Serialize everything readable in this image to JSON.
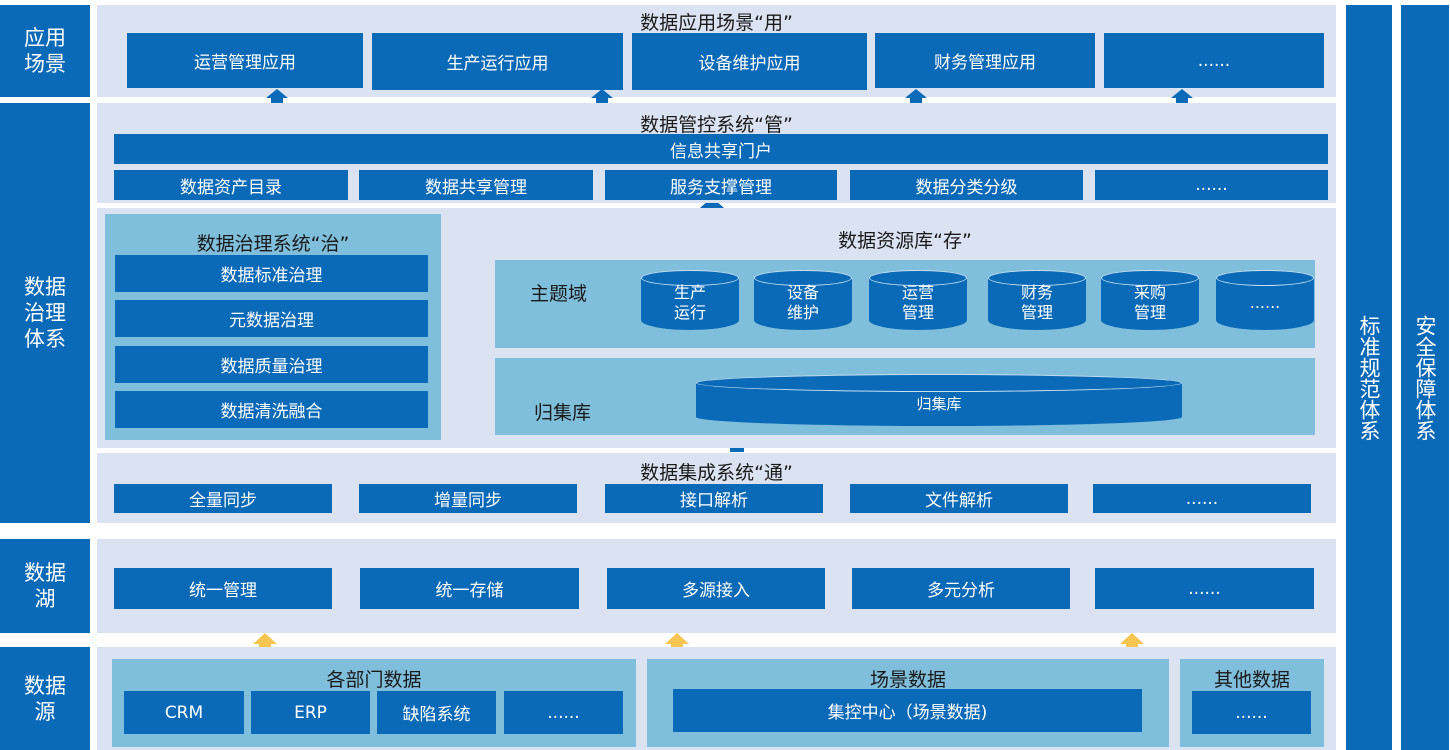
{
  "left_labels": [
    {
      "lines": [
        "应用",
        "场景"
      ]
    },
    {
      "lines": [
        "数据",
        "治理",
        "体系"
      ]
    },
    {
      "lines": [
        "数据",
        "湖"
      ]
    },
    {
      "lines": [
        "数据",
        "源"
      ]
    }
  ],
  "right_rails": [
    "标准规范体系",
    "安全保障体系"
  ],
  "app_layer": {
    "title": "数据应用场景“用”",
    "items": [
      "运营管理应用",
      "生产运行应用",
      "设备维护应用",
      "财务管理应用",
      "......"
    ]
  },
  "control_layer": {
    "title": "数据管控系统“管”",
    "portal": "信息共享门户",
    "items": [
      "数据资产目录",
      "数据共享管理",
      "服务支撑管理",
      "数据分类分级",
      "......"
    ]
  },
  "governance_system": {
    "title": "数据治理系统“治”",
    "items": [
      "数据标准治理",
      "元数据治理",
      "数据质量治理",
      "数据清洗融合"
    ]
  },
  "resource_library": {
    "title": "数据资源库“存”",
    "subject_domain": {
      "label": "主题域",
      "cylinders": [
        [
          "生产",
          "运行"
        ],
        [
          "设备",
          "维护"
        ],
        [
          "运营",
          "管理"
        ],
        [
          "财务",
          "管理"
        ],
        [
          "采购",
          "管理"
        ],
        [
          "......"
        ]
      ]
    },
    "collection": {
      "label": "归集库",
      "cylinder": "归集库"
    }
  },
  "integration_layer": {
    "title": "数据集成系统“通”",
    "items": [
      "全量同步",
      "增量同步",
      "接口解析",
      "文件解析",
      "......"
    ]
  },
  "data_lake": {
    "items": [
      "统一管理",
      "统一存储",
      "多源接入",
      "多元分析",
      "......"
    ]
  },
  "data_sources": {
    "departments": {
      "title": "各部门数据",
      "items": [
        "CRM",
        "ERP",
        "缺陷系统",
        "......"
      ]
    },
    "scenario": {
      "title": "场景数据",
      "items": [
        "集控中心（场景数据)"
      ]
    },
    "other": {
      "title": "其他数据",
      "items": [
        "......"
      ]
    }
  },
  "colors": {
    "primary": "#0b6ab8",
    "panel": "#dbe3f3",
    "light_panel": "#7fbfdc",
    "yellow_arrow": "#f7c552"
  }
}
